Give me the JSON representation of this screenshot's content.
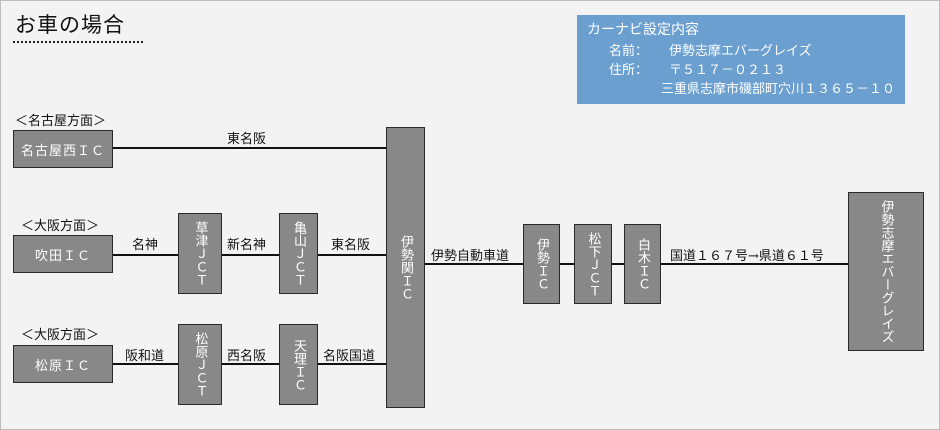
{
  "page": {
    "title": "お車の場合"
  },
  "carnavi": {
    "heading": "カーナビ設定内容",
    "name_label": "名前：",
    "name_value": "伊勢志摩エバーグレイズ",
    "address_label": "住所：",
    "postal": "〒５１７－０２１３",
    "address": "三重県志摩市磯部町穴川１３６５－１０"
  },
  "routes": {
    "nagoya": {
      "direction": "＜名古屋方面＞",
      "start": "名古屋西ＩＣ",
      "road1": "東名阪"
    },
    "osaka1": {
      "direction": "＜大阪方面＞",
      "start": "吹田ＩＣ",
      "road1": "名神",
      "node1": "草津ＪＣＴ",
      "road2": "新名神",
      "node2": "亀山ＪＣＴ",
      "road3": "東名阪"
    },
    "osaka2": {
      "direction": "＜大阪方面＞",
      "start": "松原ＩＣ",
      "road1": "阪和道",
      "node1": "松原ＪＣＴ",
      "road2": "西名阪",
      "node2": "天理ＩＣ",
      "road3": "名阪国道"
    },
    "main": {
      "hub": "伊勢関ＩＣ",
      "road1": "伊勢自動車道",
      "node1": "伊勢ＩＣ",
      "node2": "松下ＪＣＴ",
      "node3": "白木ＩＣ",
      "road2": "国道１６７号→県道６１号",
      "destination": "伊勢志摩エバーグレイズ"
    }
  }
}
